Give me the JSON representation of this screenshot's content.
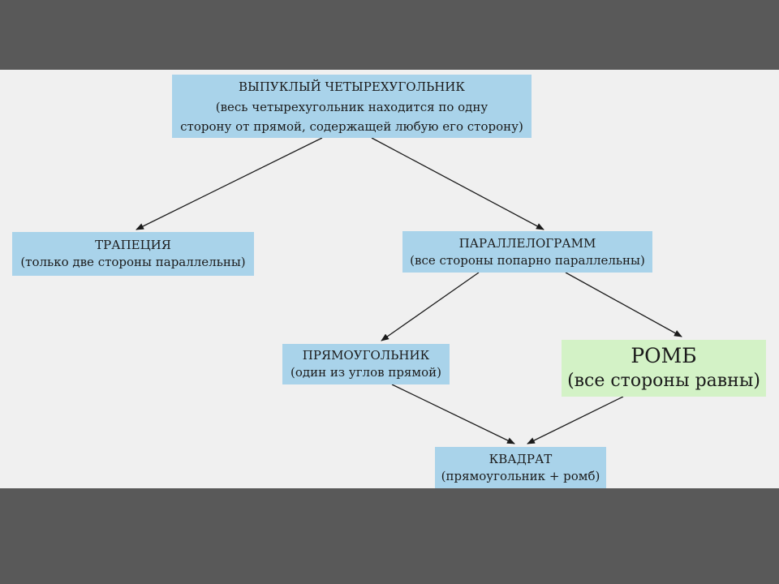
{
  "nodes": {
    "convex": {
      "title": "ВЫПУКЛЫЙ ЧЕТЫРЕХУГОЛЬНИК",
      "sub1": "(весь четырехугольник находится по одну",
      "sub2": "сторону от прямой, содержащей любую его сторону)"
    },
    "trapezoid": {
      "title": "ТРАПЕЦИЯ",
      "sub": "(только две стороны параллельны)"
    },
    "parallelogram": {
      "title": "ПАРАЛЛЕЛОГРАММ",
      "sub": "(все стороны попарно параллельны)"
    },
    "rectangle": {
      "title": "ПРЯМОУГОЛЬНИК",
      "sub": "(один из углов прямой)"
    },
    "rhombus": {
      "title": "РОМБ",
      "sub": "(все стороны равны)"
    },
    "square": {
      "title": "КВАДРАТ",
      "sub": "(прямоугольник + ромб)"
    }
  },
  "edges": [
    {
      "from": "convex",
      "to": "trapezoid"
    },
    {
      "from": "convex",
      "to": "parallelogram"
    },
    {
      "from": "parallelogram",
      "to": "rectangle"
    },
    {
      "from": "parallelogram",
      "to": "rhombus"
    },
    {
      "from": "rectangle",
      "to": "square"
    },
    {
      "from": "rhombus",
      "to": "square"
    }
  ],
  "colors": {
    "box": "#a9d3ea",
    "highlight": "#d3f2c6",
    "arrow": "#1b1b1b",
    "background": "#f0f0f0"
  }
}
